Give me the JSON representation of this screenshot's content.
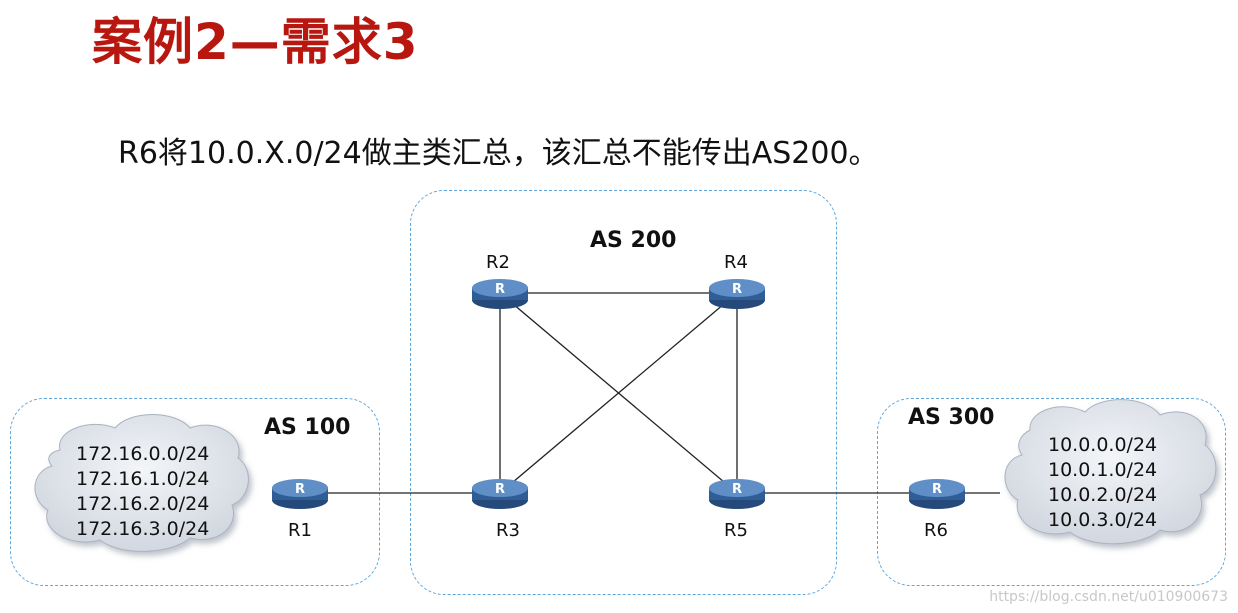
{
  "slide": {
    "title": "案例2—需求3",
    "requirement": "R6将10.0.X.0/24做主类汇总，该汇总不能传出AS200。"
  },
  "autonomous_systems": [
    {
      "label": "AS 100"
    },
    {
      "label": "AS 200"
    },
    {
      "label": "AS 300"
    }
  ],
  "routers": [
    "R1",
    "R2",
    "R3",
    "R4",
    "R5",
    "R6"
  ],
  "links": [
    [
      "R1",
      "R3"
    ],
    [
      "R2",
      "R4"
    ],
    [
      "R2",
      "R3"
    ],
    [
      "R2",
      "R5"
    ],
    [
      "R4",
      "R3"
    ],
    [
      "R4",
      "R5"
    ],
    [
      "R5",
      "R6"
    ]
  ],
  "networks": {
    "as100": [
      "172.16.0.0/24",
      "172.16.1.0/24",
      "172.16.2.0/24",
      "172.16.3.0/24"
    ],
    "as300": [
      "10.0.0.0/24",
      "10.0.1.0/24",
      "10.0.2.0/24",
      "10.0.3.0/24"
    ]
  },
  "watermark": "https://blog.csdn.net/u010900673",
  "colors": {
    "title": "#b8170f",
    "as_border": "#5fa6dc",
    "router_body": "#3d6fa8",
    "cloud": "#d9dee6"
  }
}
